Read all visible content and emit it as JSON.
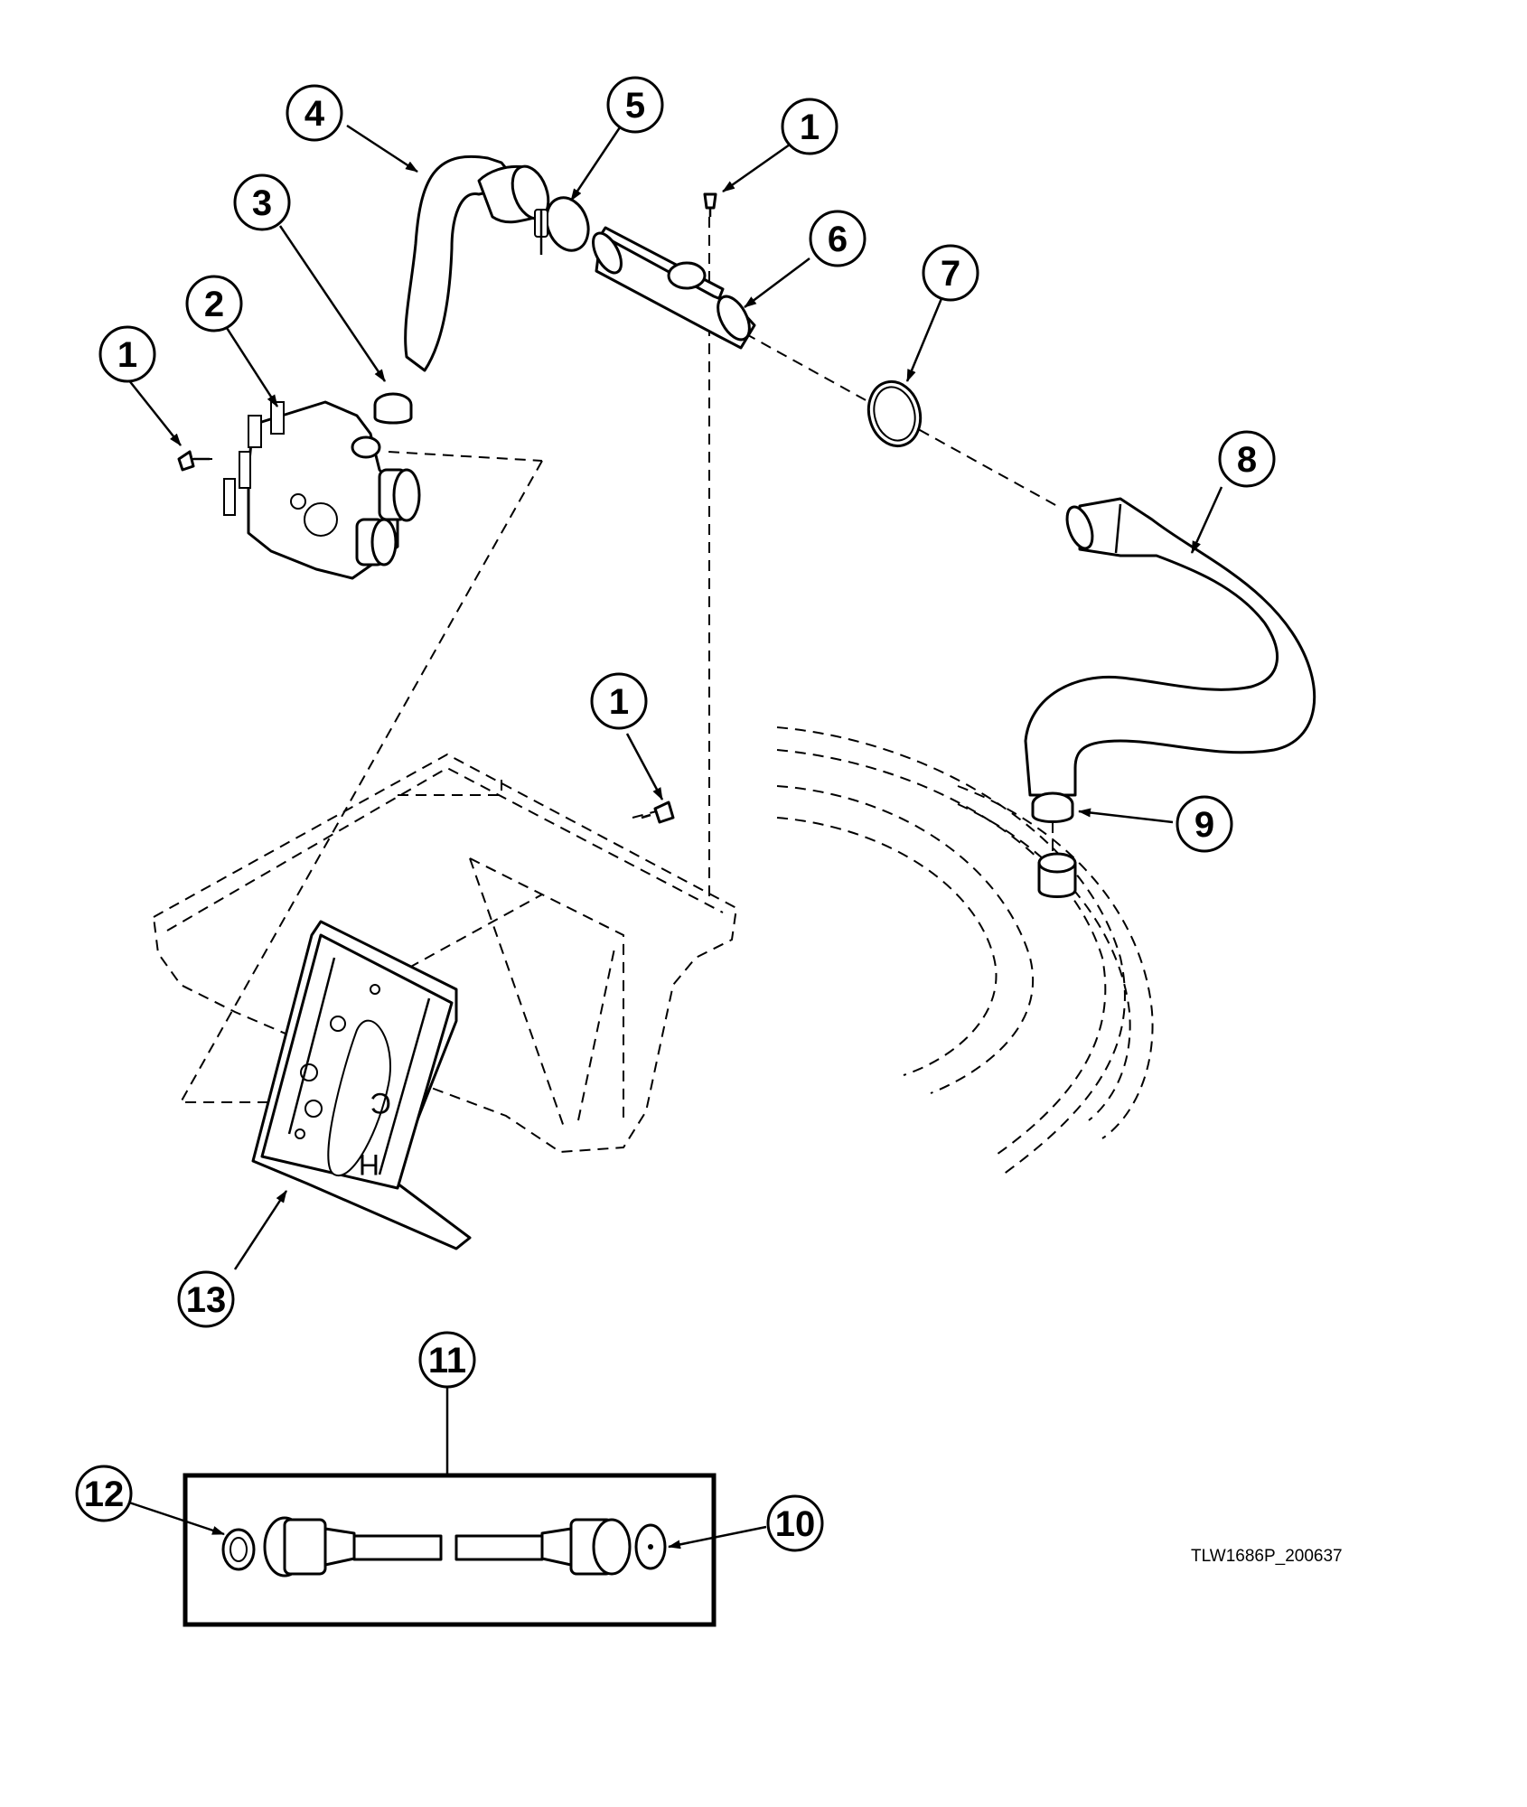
{
  "callouts": {
    "c1_top": "1",
    "c1_left": "1",
    "c1_mid": "1",
    "c2": "2",
    "c3": "3",
    "c4": "4",
    "c5": "5",
    "c6": "6",
    "c7": "7",
    "c8": "8",
    "c9": "9",
    "c10": "10",
    "c11": "11",
    "c12": "12",
    "c13": "13"
  },
  "bracket_labels": {
    "c": "C",
    "h": "H"
  },
  "reference_code": "TLW1686P_200637"
}
